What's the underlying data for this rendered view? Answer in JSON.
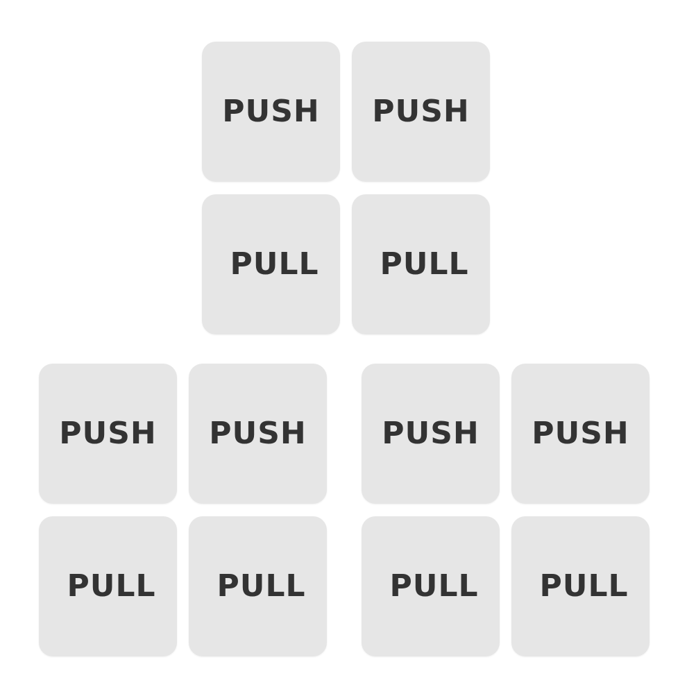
{
  "sets": [
    {
      "signs": [
        {
          "label": "PUSH"
        },
        {
          "label": "PUSH"
        },
        {
          "label": "PULL"
        },
        {
          "label": "PULL"
        }
      ]
    },
    {
      "signs": [
        {
          "label": "PUSH"
        },
        {
          "label": "PUSH"
        },
        {
          "label": "PULL"
        },
        {
          "label": "PULL"
        }
      ]
    },
    {
      "signs": [
        {
          "label": "PUSH"
        },
        {
          "label": "PUSH"
        },
        {
          "label": "PULL"
        },
        {
          "label": "PULL"
        }
      ]
    }
  ],
  "colors": {
    "background": "#ffffff",
    "sign_fill": "#e6e6e6",
    "text": "#333333"
  }
}
